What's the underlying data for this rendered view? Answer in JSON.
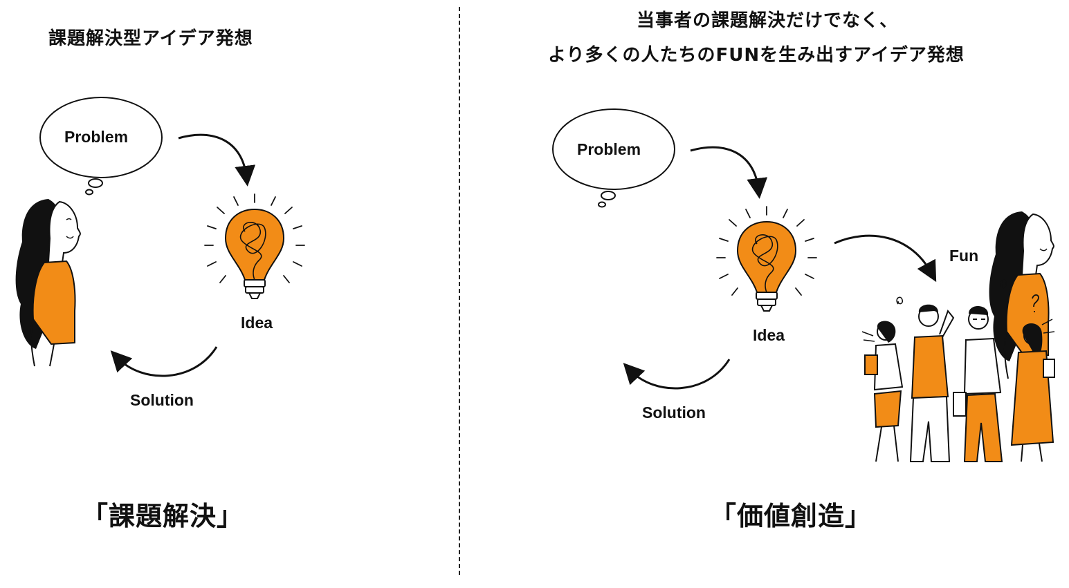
{
  "left": {
    "heading": "課題解決型アイデア発想",
    "problem": "Problem",
    "idea": "Idea",
    "solution": "Solution",
    "footer": "「課題解決」"
  },
  "right": {
    "heading_line1": "当事者の課題解決だけでなく、",
    "heading_line2": "より多くの人たちのFUNを生み出すアイデア発想",
    "problem": "Problem",
    "idea": "Idea",
    "solution": "Solution",
    "fun": "Fun",
    "footer": "「価値創造」"
  },
  "colors": {
    "accent": "#f28c17",
    "ink": "#111111"
  }
}
